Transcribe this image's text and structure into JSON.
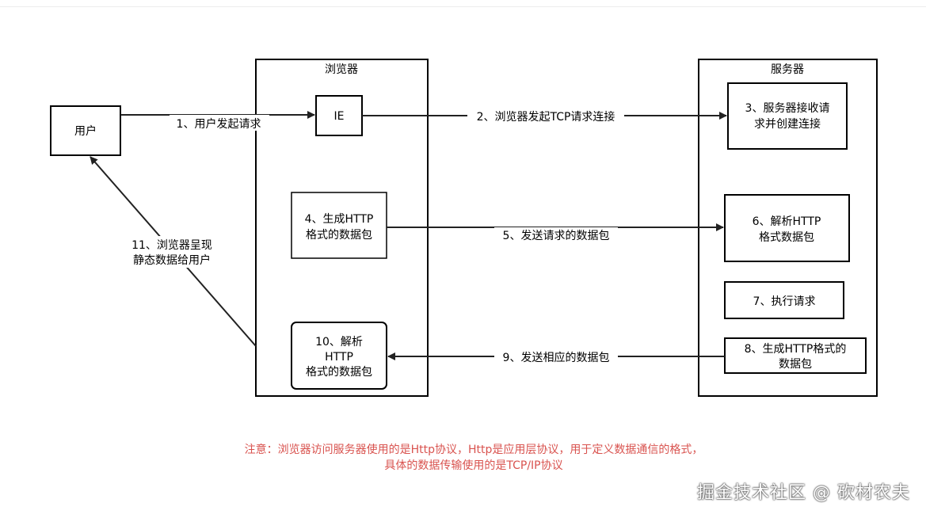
{
  "diagram": {
    "browser_title": "浏览器",
    "server_title": "服务器",
    "user_label": "用户",
    "ie_label": "IE",
    "box4": [
      "4、生成HTTP",
      "格式的数据包"
    ],
    "box10": [
      "10、解析",
      "HTTP",
      "格式的数据包"
    ],
    "box3": [
      "3、服务器接收请",
      "求并创建连接"
    ],
    "box6": [
      "6、解析HTTP",
      "格式数据包"
    ],
    "box7": [
      "7、执行请求"
    ],
    "box8": [
      "8、生成HTTP格式的",
      "数据包"
    ],
    "edge1": "1、用户发起请求",
    "edge2": "2、浏览器发起TCP请求连接",
    "edge5": "5、发送请求的数据包",
    "edge9": "9、发送相应的数据包",
    "edge11": [
      "11、浏览器呈现",
      "静态数据给用户"
    ]
  },
  "note": {
    "line1": "注意：浏览器访问服务器使用的是Http协议，Http是应用层协议，用于定义数据通信的格式，",
    "line2": "具体的数据传输使用的是TCP/IP协议"
  },
  "watermark": "掘金技术社区 @ 砍材农夫",
  "colors": {
    "line": "#000000",
    "note": "#d9534f"
  }
}
